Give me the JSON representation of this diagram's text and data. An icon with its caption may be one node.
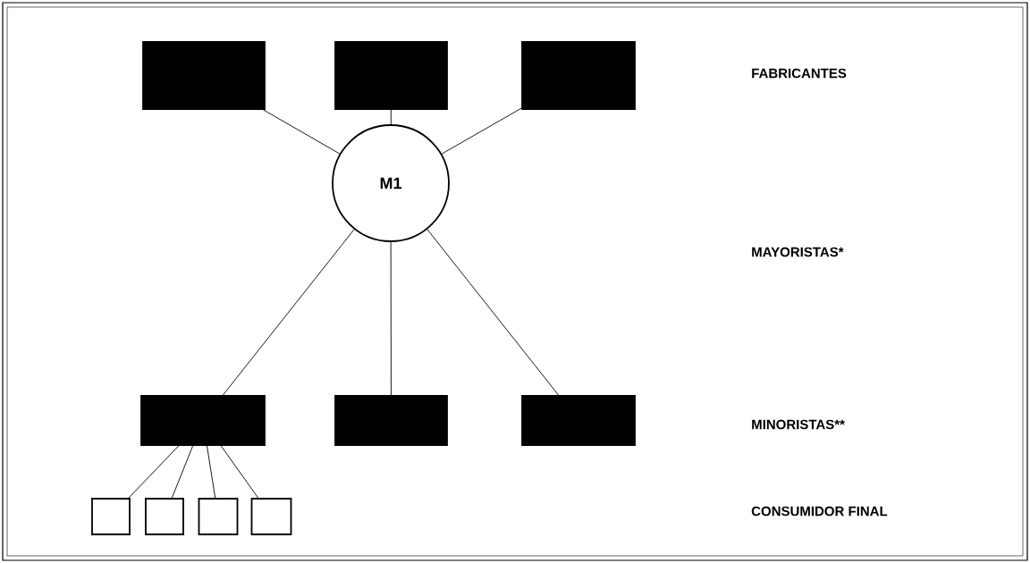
{
  "diagram": {
    "nodes": [
      {
        "text": [],
        "shape": "box"
      },
      {
        "text": [],
        "shape": "box"
      },
      {
        "text": [],
        "shape": "box"
      },
      {
        "text": [
          "M1"
        ]
      },
      {
        "text": [],
        "shape": "box"
      },
      {
        "text": [],
        "shape": "box"
      },
      {
        "text": [],
        "shape": "box"
      },
      {
        "text": [],
        "shape": "box"
      },
      {
        "text": [],
        "shape": "box"
      },
      {
        "text": [],
        "shape": "box"
      },
      {
        "text": [],
        "shape": "box"
      }
    ],
    "edges": [
      {
        "from": 0,
        "to": 3,
        "arrow": "none"
      },
      {
        "from": 1,
        "to": 3,
        "arrow": "none"
      },
      {
        "from": 2,
        "to": 3,
        "arrow": "none"
      },
      {
        "from": 3,
        "to": 4,
        "arrow": "none"
      },
      {
        "from": 3,
        "to": 5,
        "arrow": "none"
      },
      {
        "from": 3,
        "to": 6,
        "arrow": "none"
      },
      {
        "from": 4,
        "to": 7,
        "arrow": "none"
      },
      {
        "from": 4,
        "to": 8,
        "arrow": "none"
      },
      {
        "from": 4,
        "to": 9,
        "arrow": "none"
      },
      {
        "from": 4,
        "to": 10,
        "arrow": "none"
      }
    ],
    "labels": [
      "FABRICANTES",
      "MAYORISTAS*",
      "MINORISTAS**",
      "CONSUMIDOR FINAL"
    ]
  }
}
